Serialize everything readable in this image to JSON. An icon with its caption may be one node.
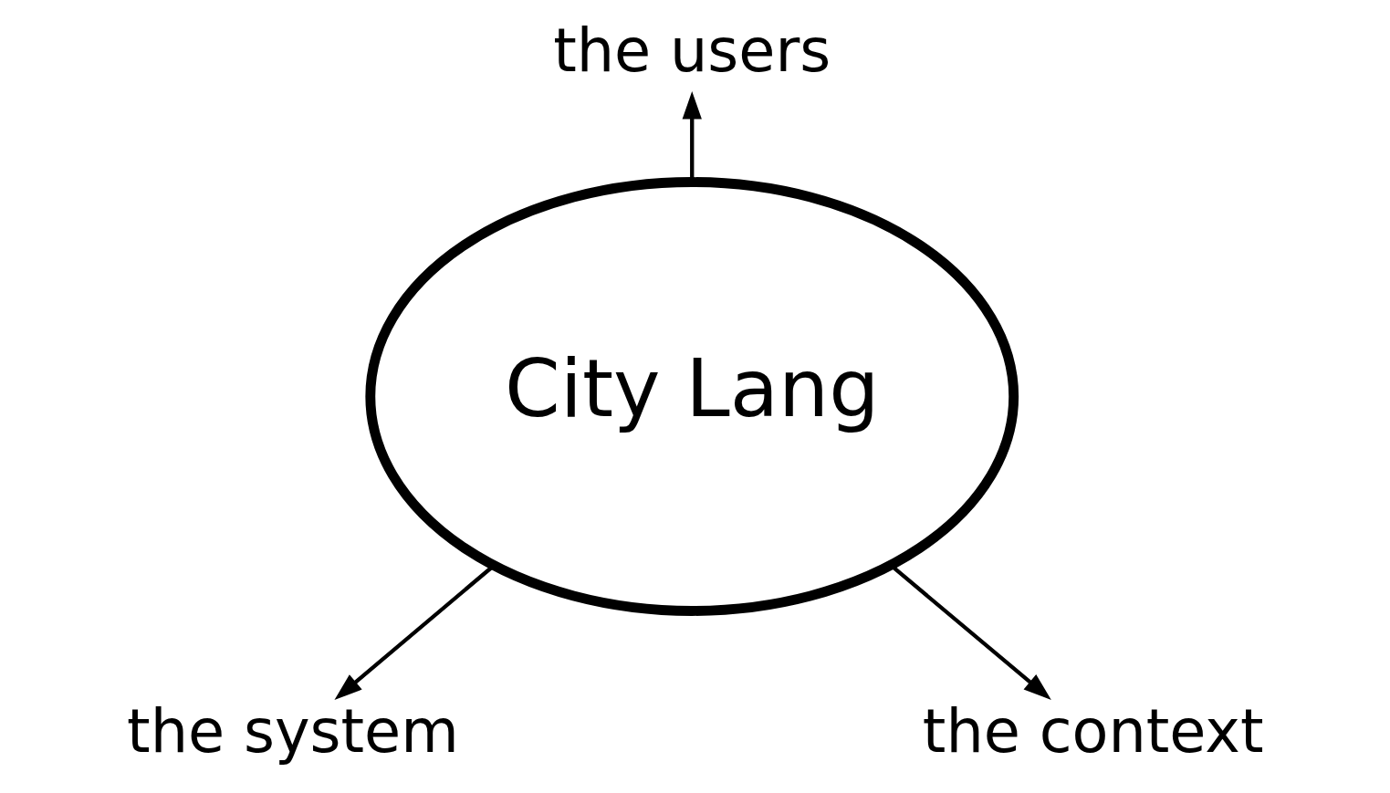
{
  "diagram": {
    "nodes": [
      {
        "text": [
          "City Lang"
        ]
      },
      {
        "text": [
          "the users"
        ]
      },
      {
        "text": [
          "the system"
        ]
      },
      {
        "text": [
          "the context"
        ]
      }
    ],
    "edges": [
      {
        "from": 0,
        "to": 1,
        "arrow": "to"
      },
      {
        "from": 0,
        "to": 2,
        "arrow": "to"
      },
      {
        "from": 0,
        "to": 3,
        "arrow": "to"
      }
    ]
  }
}
